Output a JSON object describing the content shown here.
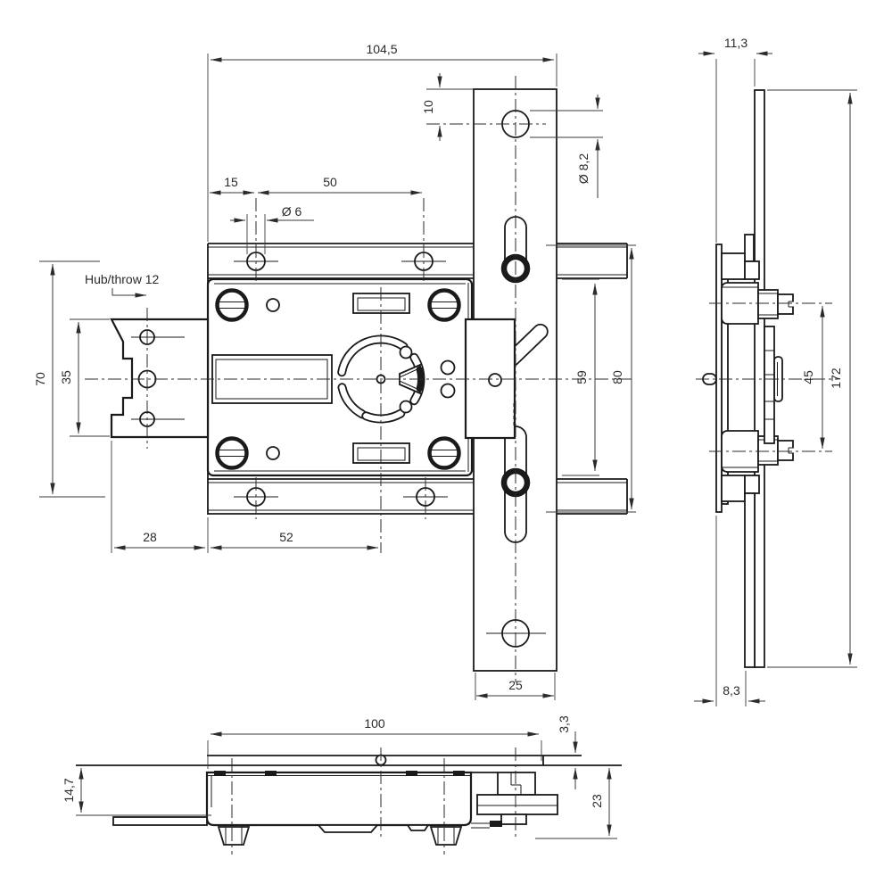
{
  "drawing": {
    "type": "engineering-multiview",
    "colors": {
      "line": "#1a1a1a",
      "dimension": "#3a3a3a",
      "background": "#ffffff"
    },
    "front": {
      "annotation_hub_throw": "Hub/throw 12",
      "dims": {
        "total_width": "104,5",
        "hole_edge_offset": "10",
        "strap_hole_dia": "Ø 8,2",
        "left_hole_spacing": "15",
        "hole_spacing": "50",
        "case_hole_dia": "Ø 6",
        "outer_height": "70",
        "faceplate_height": "35",
        "bolt_offset": "28",
        "bottom_spacing": "52",
        "case_height": "59",
        "rail_height": "80",
        "strap_width": "25"
      }
    },
    "side": {
      "dims": {
        "depth": "11,3",
        "strap_length": "172",
        "post_spacing": "45",
        "rod_offset": "8,3"
      }
    },
    "bottom": {
      "dims": {
        "body_width": "100",
        "plate_offset": "3,3",
        "body_height": "14,7",
        "total_depth": "23"
      }
    }
  }
}
